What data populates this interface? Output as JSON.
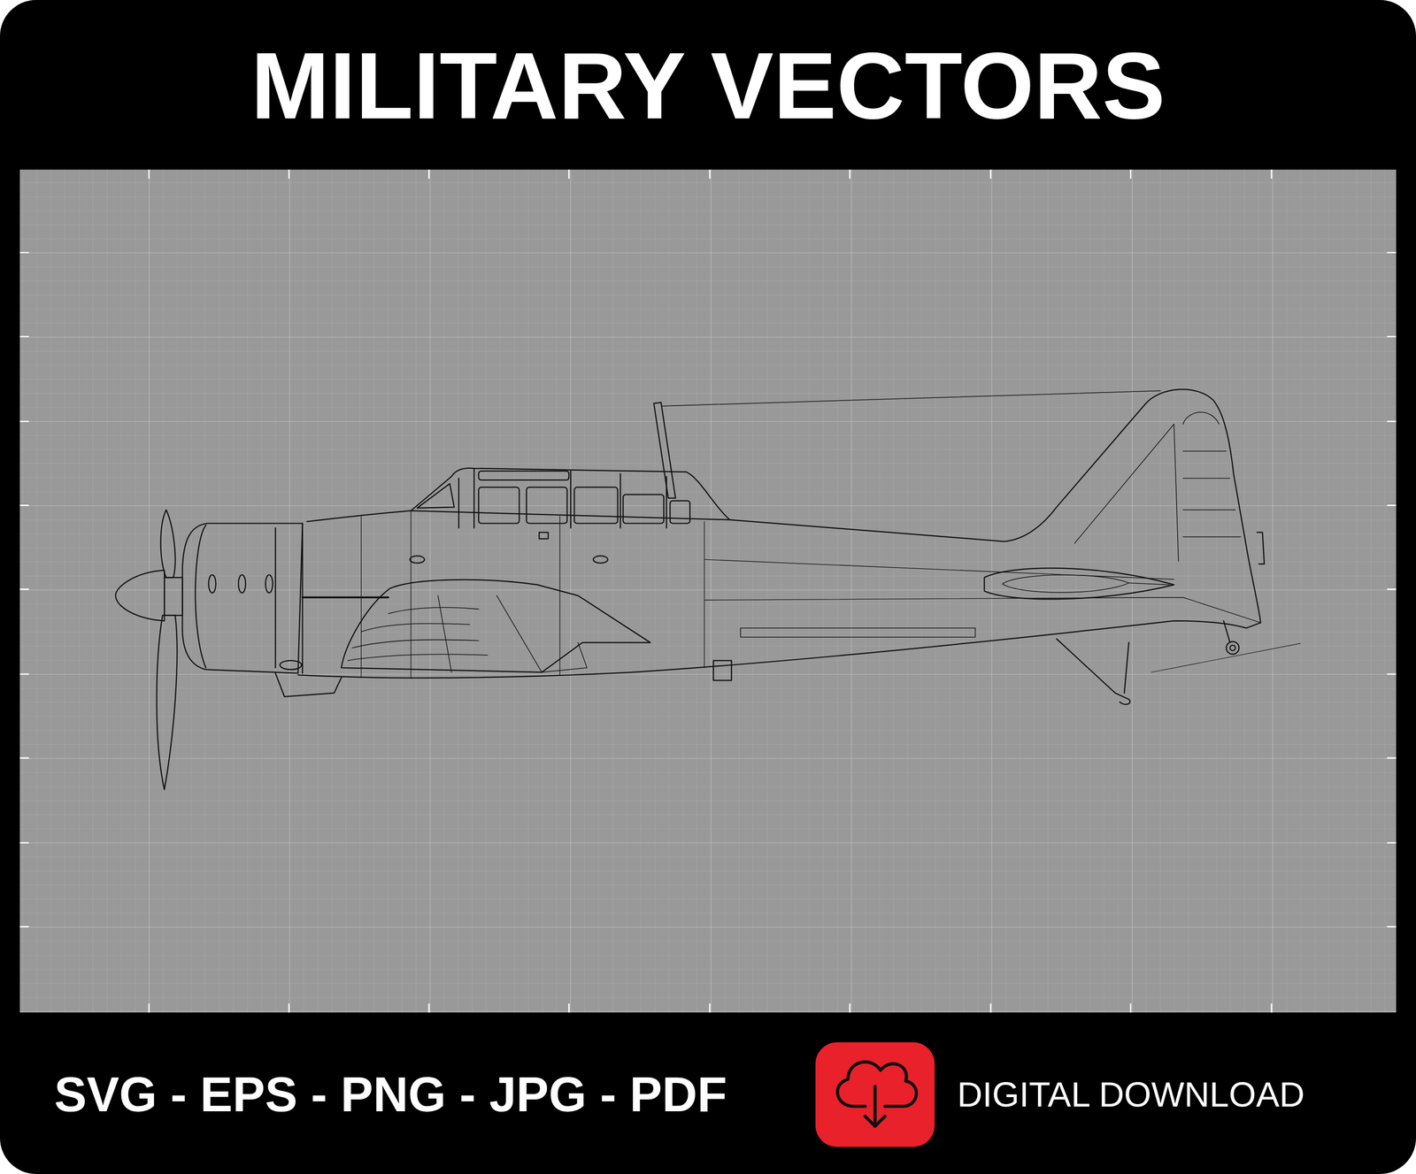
{
  "diagram": {
    "title": "MILITARY VECTORS",
    "labels": [
      "SVG - EPS - PNG - JPG - PDF",
      "DIGITAL DOWNLOAD"
    ]
  }
}
